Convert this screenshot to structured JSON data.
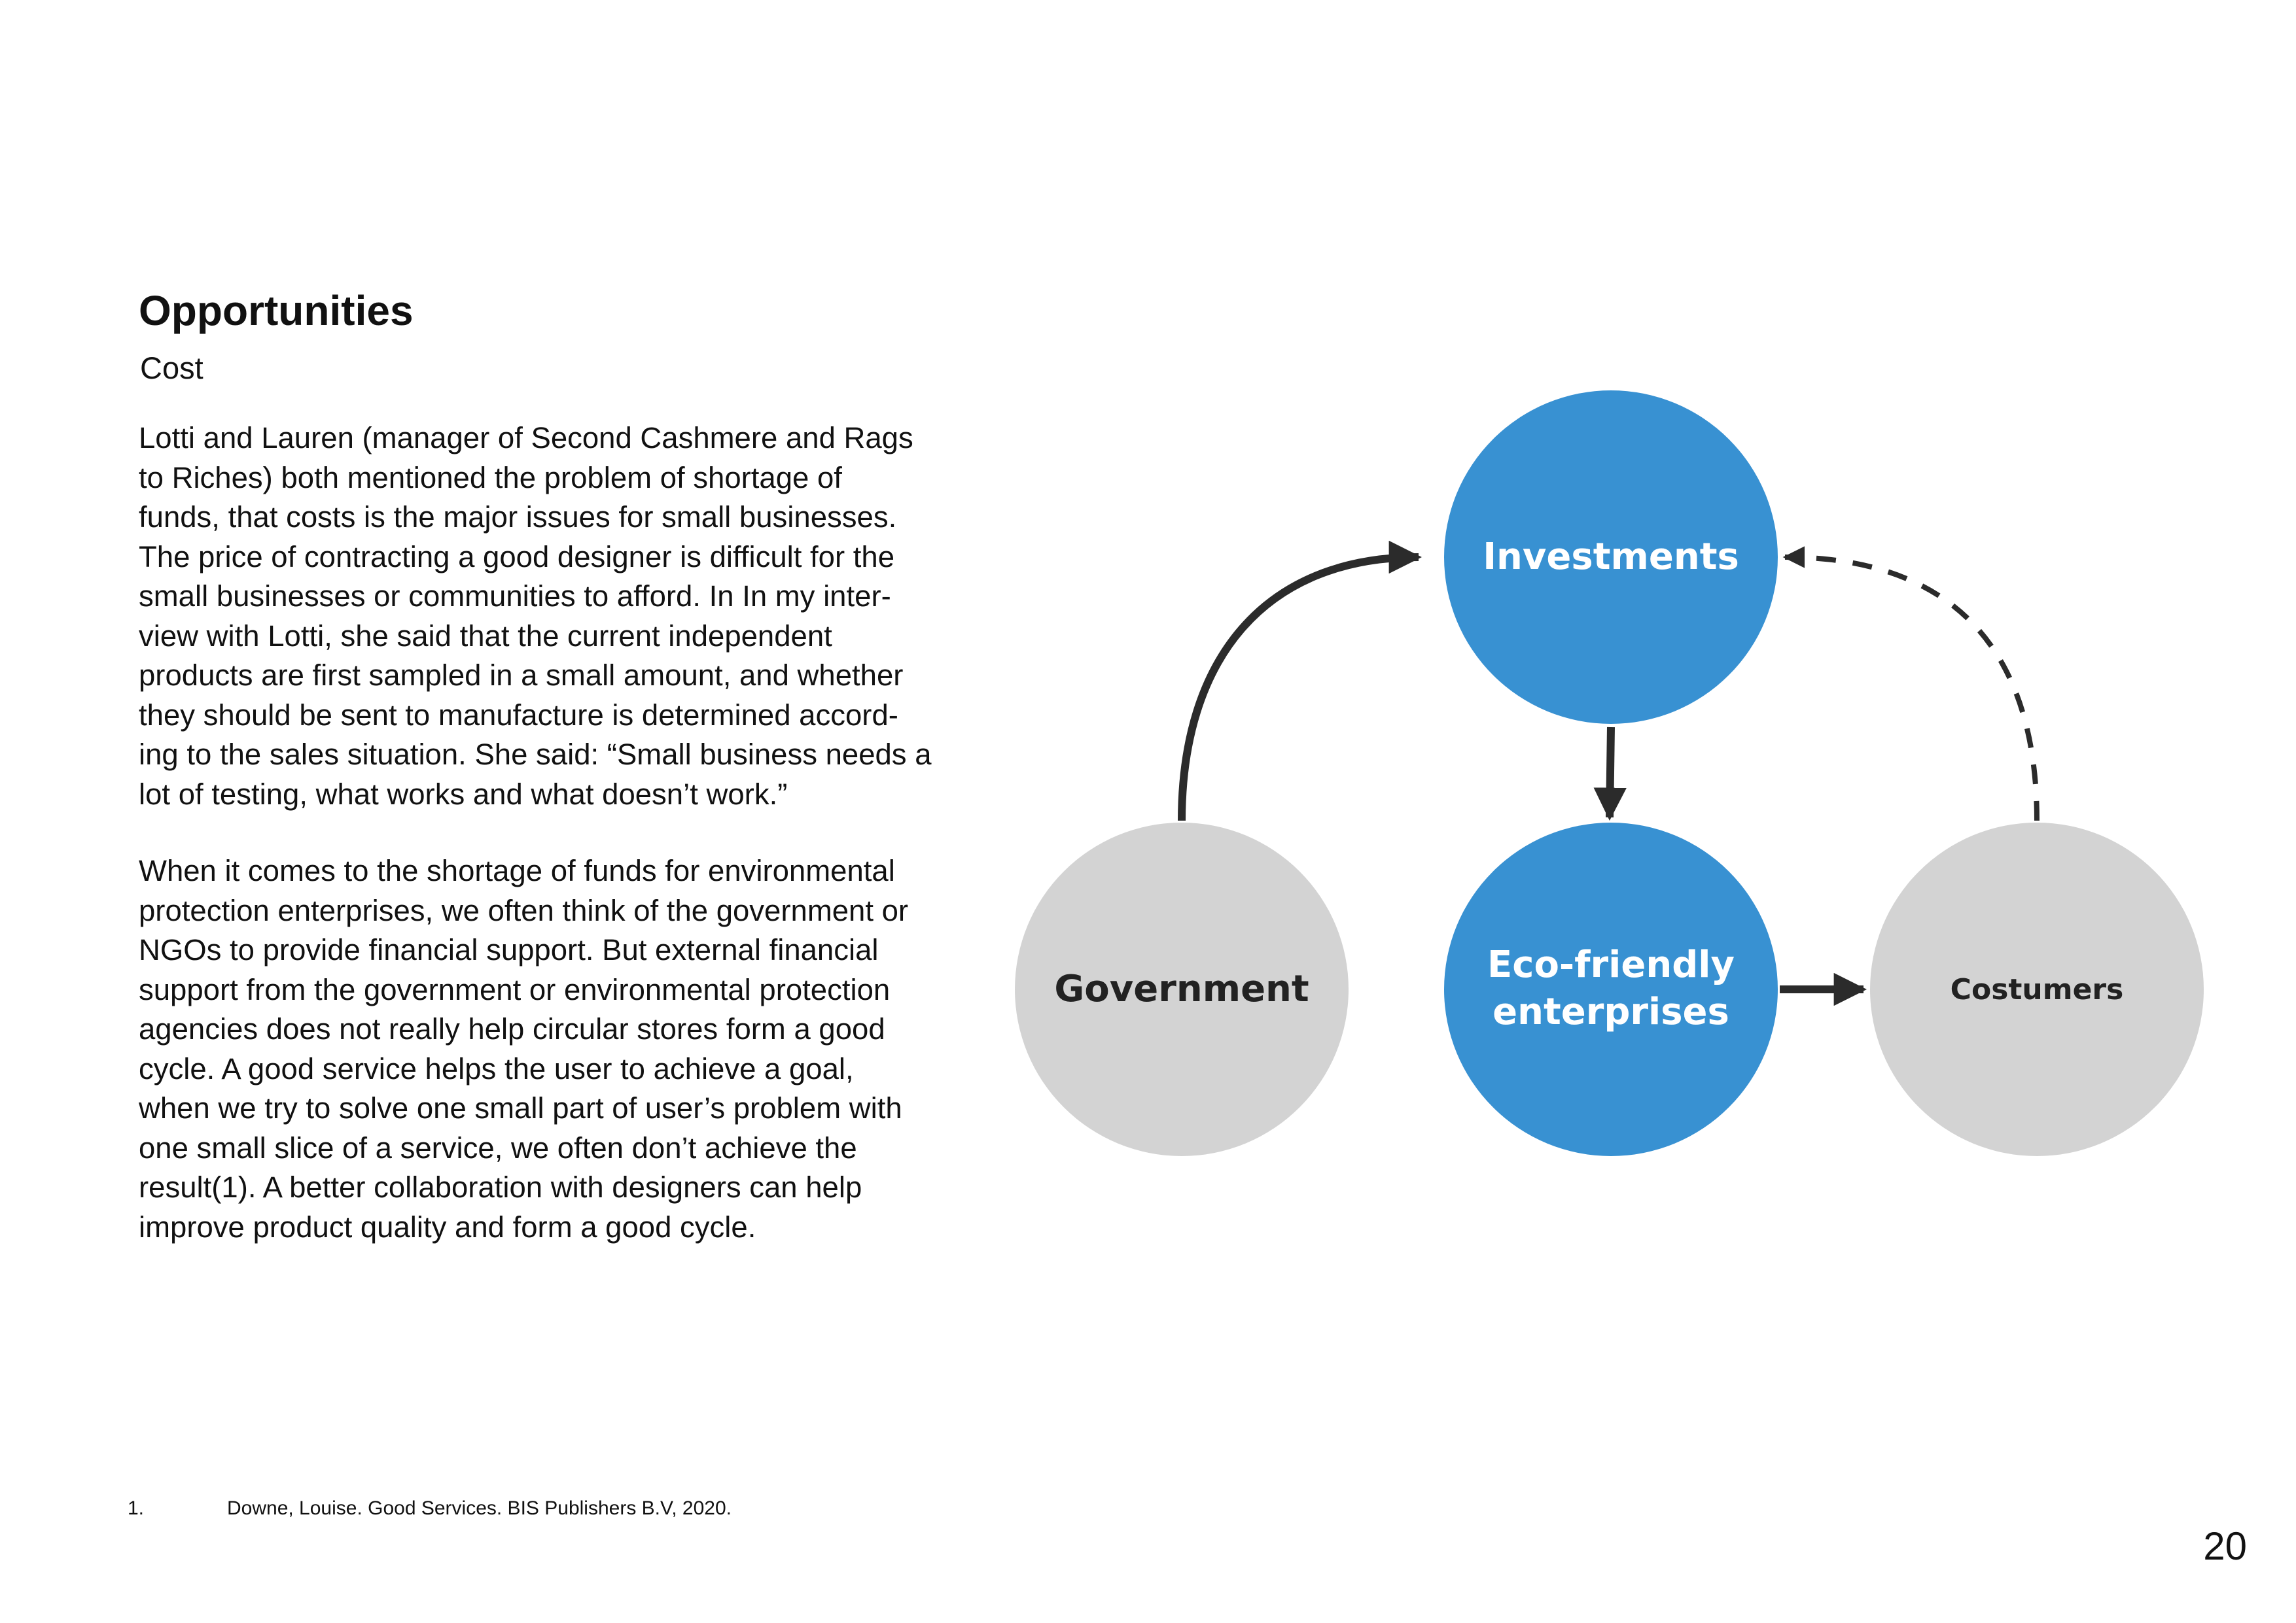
{
  "page": {
    "title": "Opportunities",
    "subtitle": "Cost",
    "paragraph1": [
      "Lotti and Lauren (manager of Second Cashmere and Rags",
      "to Riches) both mentioned the problem of shortage of",
      "funds, that costs is the major issues for small businesses.",
      "The price of contracting a good designer is difficult for the",
      "small businesses or communities to afford. In In my inter-",
      "view with Lotti, she said that the current independent",
      "products are first sampled in a small amount, and whether",
      "they should be sent to manufacture is determined accord-",
      "ing to the sales situation. She said: “Small business needs a",
      "lot of testing, what works and what doesn’t work.”"
    ],
    "paragraph2": [
      "When it comes to the shortage of funds for environmental",
      "protection enterprises, we often think of the government or",
      "NGOs to provide financial support. But external financial",
      "support from the government or environmental protection",
      "agencies does not really help circular stores form a good",
      "cycle. A good service helps the user to achieve a goal,",
      "when we try to solve one small part of user’s problem with",
      "one small slice of a service, we often don’t achieve the",
      "result(1). A better collaboration with designers can help",
      "improve product quality and form a good cycle."
    ],
    "footnote": {
      "number": "1.",
      "text": "Downe, Louise. Good Services. BIS Publishers B.V, 2020."
    },
    "page_number": "20"
  },
  "diagram": {
    "nodes": {
      "investments": {
        "label": "Investments",
        "fill": "#3891D2",
        "text_color": "#ffffff"
      },
      "eco": {
        "label_lines": [
          "Eco-friendly",
          "enterprises"
        ],
        "fill": "#3891D2",
        "text_color": "#ffffff"
      },
      "government": {
        "label": "Government",
        "fill": "#D3D3D3",
        "text_color": "#222222"
      },
      "costumers": {
        "label": "Costumers",
        "fill": "#D3D3D3",
        "text_color": "#222222"
      }
    },
    "edges": [
      {
        "from": "Government",
        "to": "Investments",
        "style": "solid"
      },
      {
        "from": "Investments",
        "to": "Eco-friendly enterprises",
        "style": "solid"
      },
      {
        "from": "Eco-friendly enterprises",
        "to": "Costumers",
        "style": "solid"
      },
      {
        "from": "Costumers",
        "to": "Investments",
        "style": "dashed"
      }
    ],
    "arrow_color": "#2b2b2b"
  }
}
